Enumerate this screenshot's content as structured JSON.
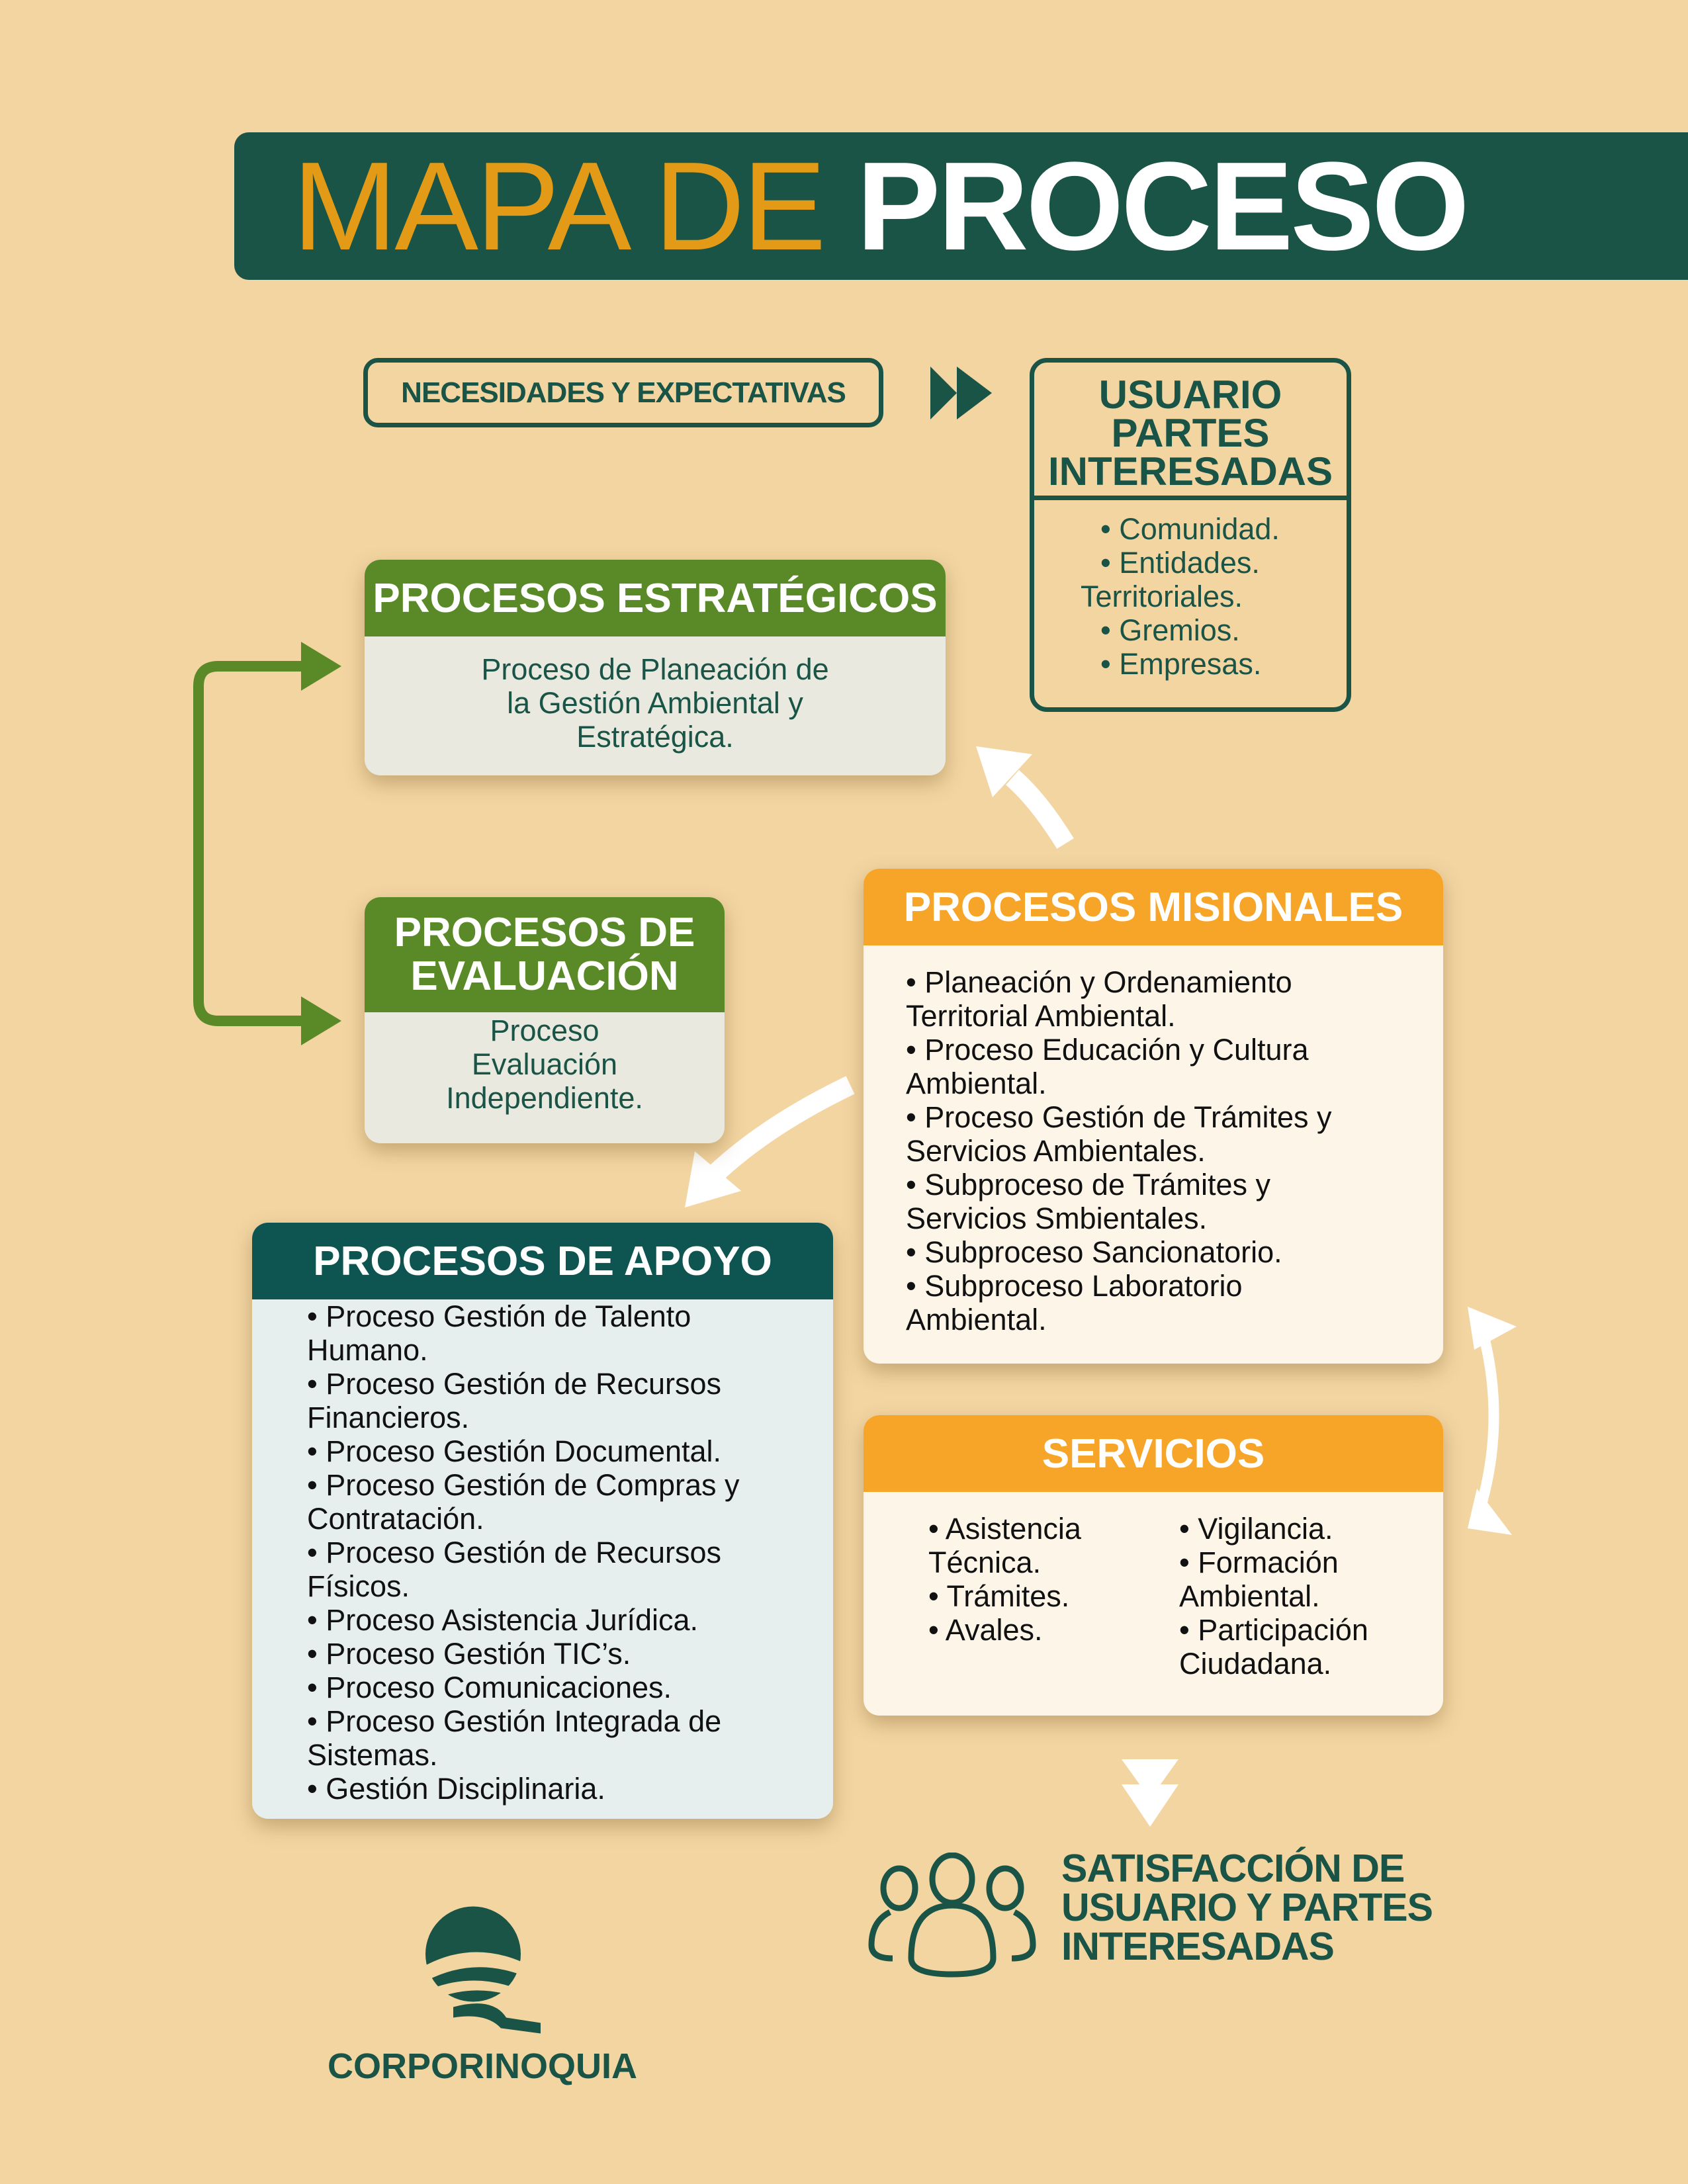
{
  "title": {
    "part1": "MAPA DE",
    "part2": "PROCESO"
  },
  "needs": "NECESIDADES Y EXPECTATIVAS",
  "users": {
    "title_lines": [
      "USUARIO",
      "PARTES",
      "INTERESADAS"
    ],
    "items": [
      "• Comunidad.",
      "• Entidades.",
      "Territoriales.",
      "• Gremios.",
      "• Empresas."
    ]
  },
  "estrategicos": {
    "title": "PROCESOS ESTRATÉGICOS",
    "lines": [
      "Proceso de Planeación de",
      "la Gestión Ambiental y",
      "Estratégica."
    ]
  },
  "evaluacion": {
    "title_lines": [
      "PROCESOS DE",
      "EVALUACIÓN"
    ],
    "lines": [
      "Proceso",
      "Evaluación",
      "Independiente."
    ]
  },
  "apoyo": {
    "title": "PROCESOS DE APOYO",
    "lines": [
      "• Proceso Gestión de Talento",
      "Humano.",
      "• Proceso Gestión de Recursos",
      "Financieros.",
      "• Proceso Gestión Documental.",
      "• Proceso Gestión de Compras y",
      "Contratación.",
      "• Proceso Gestión de Recursos",
      "Físicos.",
      "• Proceso Asistencia Jurídica.",
      "• Proceso Gestión TIC’s.",
      "• Proceso Comunicaciones.",
      "• Proceso Gestión Integrada de",
      "Sistemas.",
      "• Gestión Disciplinaria."
    ]
  },
  "misionales": {
    "title": "PROCESOS MISIONALES",
    "lines": [
      "• Planeación y Ordenamiento",
      "Territorial Ambiental.",
      "• Proceso Educación y Cultura",
      "Ambiental.",
      "• Proceso Gestión de Trámites y",
      "Servicios Ambientales.",
      "• Subproceso de Trámites y",
      "Servicios Smbientales.",
      "• Subproceso Sancionatorio.",
      "• Subproceso Laboratorio",
      "Ambiental."
    ]
  },
  "servicios": {
    "title": "SERVICIOS",
    "col1": [
      "• Asistencia",
      "Técnica.",
      "• Trámites.",
      "• Avales."
    ],
    "col2": [
      "• Vigilancia.",
      "• Formación",
      "Ambiental.",
      "• Participación",
      "Ciudadana."
    ]
  },
  "satisfaccion": {
    "lines": [
      "SATISFACCIÓN DE",
      "USUARIO Y PARTES",
      "INTERESADAS"
    ]
  },
  "brand": "CORPORINOQUIA",
  "colors": {
    "background": "#F3D5A2",
    "dark_green": "#1A5446",
    "green": "#5A8A27",
    "orange": "#F7A528",
    "title_orange": "#E39B17"
  }
}
